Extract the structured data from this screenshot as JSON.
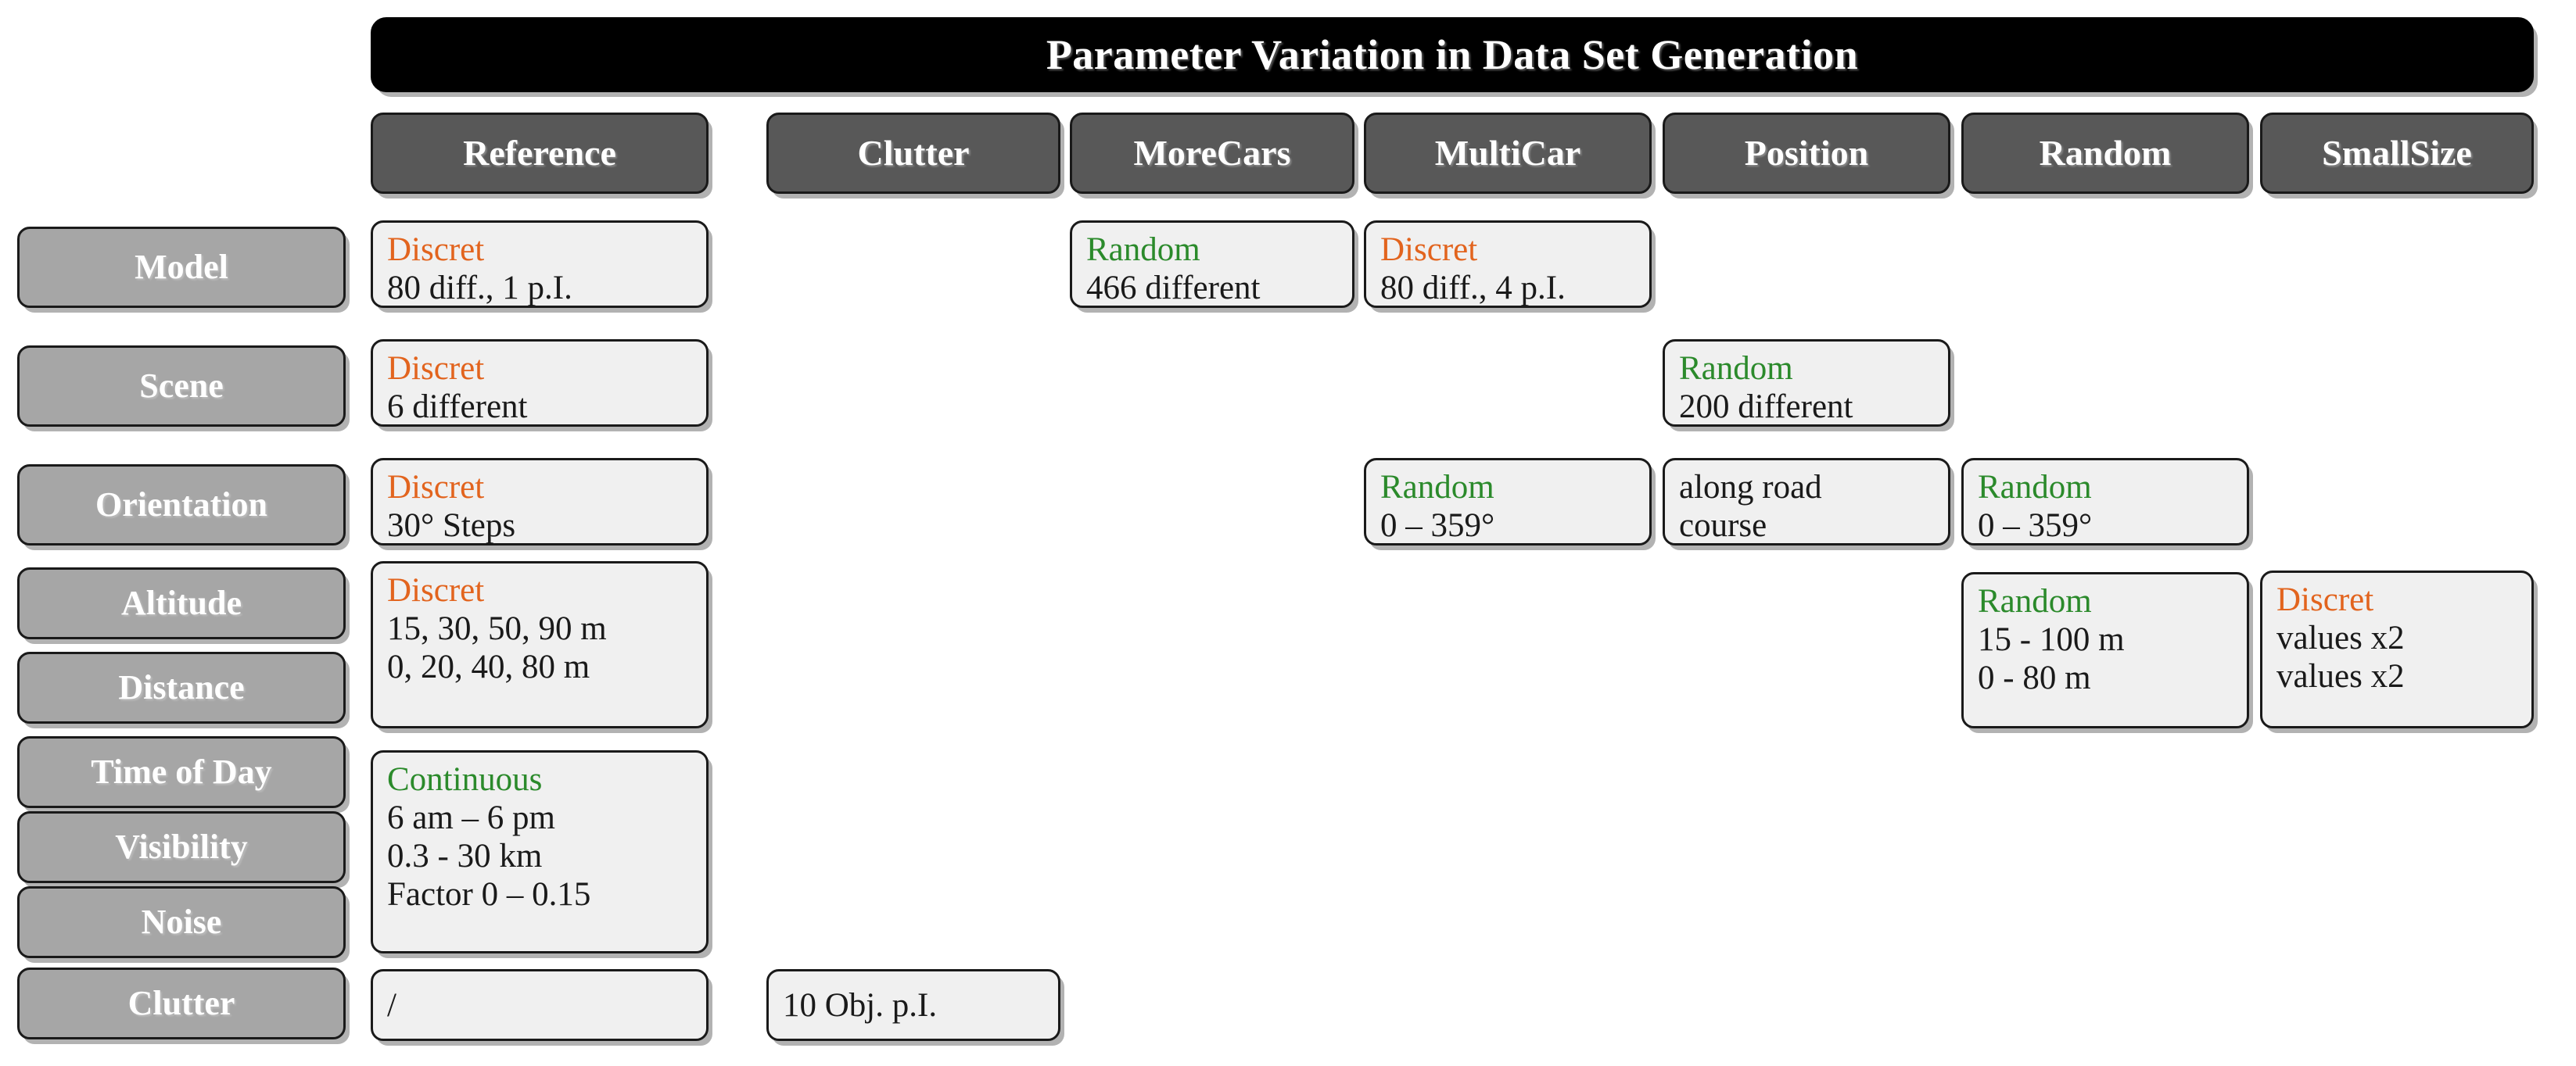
{
  "title": {
    "text": "Parameter Variation in Data Set Generation"
  },
  "columns": [
    {
      "id": "reference",
      "label": "Reference"
    },
    {
      "id": "clutter",
      "label": "Clutter"
    },
    {
      "id": "morecars",
      "label": "MoreCars"
    },
    {
      "id": "multicar",
      "label": "MultiCar"
    },
    {
      "id": "position",
      "label": "Position"
    },
    {
      "id": "random",
      "label": "Random"
    },
    {
      "id": "smallsize",
      "label": "SmallSize"
    }
  ],
  "rows": [
    {
      "id": "model",
      "label": "Model"
    },
    {
      "id": "scene",
      "label": "Scene"
    },
    {
      "id": "orientation",
      "label": "Orientation"
    },
    {
      "id": "altitude",
      "label": "Altitude"
    },
    {
      "id": "distance",
      "label": "Distance"
    },
    {
      "id": "timeofday",
      "label": "Time of Day"
    },
    {
      "id": "visibility",
      "label": "Visibility"
    },
    {
      "id": "noise",
      "label": "Noise"
    },
    {
      "id": "clutter",
      "label": "Clutter"
    }
  ],
  "legend_kinds": {
    "discret": "Discret",
    "random": "Random",
    "continuous": "Continuous"
  },
  "colors": {
    "discret": "#e2641e",
    "random": "#2b8a2b",
    "continuous": "#2b8a2b",
    "title_bar": "#000000",
    "column_header": "#585858",
    "row_label": "#a6a6a6",
    "cell_fill": "#f0f0f0",
    "border": "#1a1a1a"
  },
  "cells": {
    "model_reference": {
      "kind": "Discret",
      "kind_class": "kind-discret",
      "lines": [
        "80 diff., 1 p.I."
      ]
    },
    "model_morecars": {
      "kind": "Random",
      "kind_class": "kind-random",
      "lines": [
        "466 different"
      ]
    },
    "model_multicar": {
      "kind": "Discret",
      "kind_class": "kind-discret",
      "lines": [
        "80 diff., 4 p.I."
      ]
    },
    "scene_reference": {
      "kind": "Discret",
      "kind_class": "kind-discret",
      "lines": [
        "6 different"
      ]
    },
    "scene_position": {
      "kind": "Random",
      "kind_class": "kind-random",
      "lines": [
        "200 different"
      ]
    },
    "orientation_reference": {
      "kind": "Discret",
      "kind_class": "kind-discret",
      "lines": [
        "30° Steps"
      ]
    },
    "orientation_multicar": {
      "kind": "Random",
      "kind_class": "kind-random",
      "lines": [
        "0 – 359°"
      ]
    },
    "orientation_position": {
      "kind": "",
      "kind_class": "",
      "lines": [
        "along road",
        "course"
      ]
    },
    "orientation_random": {
      "kind": "Random",
      "kind_class": "kind-random",
      "lines": [
        "0 – 359°"
      ]
    },
    "altdist_reference": {
      "kind": "Discret",
      "kind_class": "kind-discret",
      "lines": [
        "15, 30, 50, 90 m",
        "0, 20, 40, 80 m"
      ]
    },
    "altdist_random": {
      "kind": "Random",
      "kind_class": "kind-random",
      "lines": [
        "15 - 100 m",
        "0 - 80 m"
      ]
    },
    "altdist_smallsize": {
      "kind": "Discret",
      "kind_class": "kind-discret",
      "lines": [
        "values x2",
        "values x2"
      ]
    },
    "env_reference": {
      "kind": "Continuous",
      "kind_class": "kind-continuous",
      "lines": [
        "6 am – 6 pm",
        "0.3 - 30 km",
        "Factor 0 – 0.15"
      ]
    },
    "clutter_reference": {
      "kind": "",
      "kind_class": "",
      "lines": [
        "/"
      ]
    },
    "clutter_clutter": {
      "kind": "",
      "kind_class": "",
      "lines": [
        "10 Obj. p.I."
      ]
    }
  }
}
